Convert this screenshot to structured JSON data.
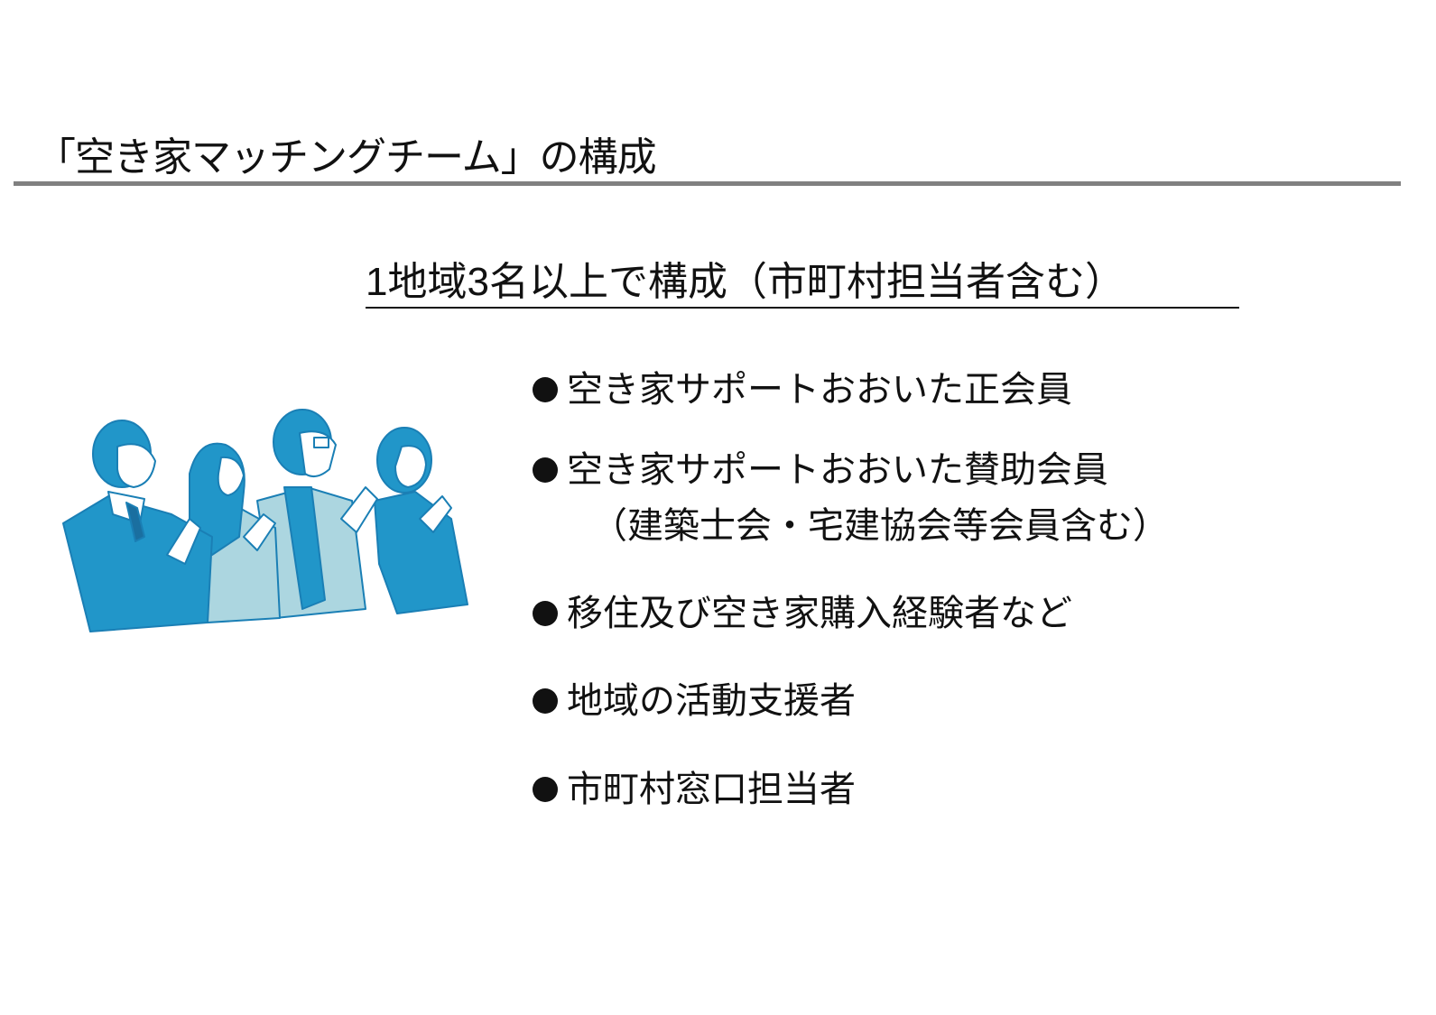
{
  "title": "「空き家マッチングチーム」の構成",
  "subtitle": "1地域3名以上で構成（市町村担当者含む）",
  "bullets": [
    {
      "text": "空き家サポートおおいた正会員"
    },
    {
      "text": "空き家サポートおおいた賛助会員",
      "note": "（建築士会・宅建協会等会員含む）"
    },
    {
      "text": "移住及び空き家購入経験者など"
    },
    {
      "text": "地域の活動支援者"
    },
    {
      "text": "市町村窓口担当者"
    }
  ],
  "colors": {
    "primary_blue": "#2196c9",
    "light_blue": "#acd6e0",
    "rule_gray": "#808080"
  }
}
